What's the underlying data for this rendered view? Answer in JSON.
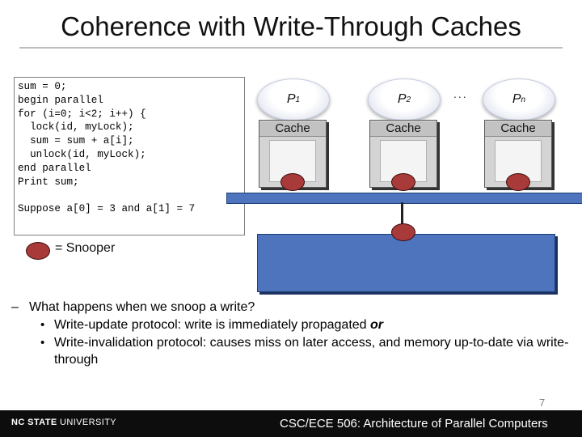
{
  "slide": {
    "title": "Coherence with Write-Through Caches",
    "page_number": "7"
  },
  "code": {
    "text": "sum = 0;\nbegin parallel\nfor (i=0; i<2; i++) {\n  lock(id, myLock);\n  sum = sum + a[i];\n  unlock(id, myLock);\nend parallel\nPrint sum;",
    "note": "Suppose a[0] = 3 and a[1] = 7"
  },
  "diagram": {
    "processors": [
      {
        "letter": "P",
        "sub": "1"
      },
      {
        "letter": "P",
        "sub": "2"
      },
      {
        "letter": "P",
        "sub": "n"
      }
    ],
    "ellipsis": "...",
    "cache_label": "Cache",
    "legend": "= Snooper",
    "colors": {
      "bus": "#4d74bd",
      "snooper": "#a83a3a",
      "cache": "#d4d4d4"
    }
  },
  "bullets": {
    "main_mark": "–",
    "main": "What happens when we snoop a write?",
    "sub_mark": "•",
    "items": [
      {
        "text": "Write-update protocol: write is immediately propagated ",
        "emphasis": "or"
      },
      {
        "text": "Write-invalidation protocol: causes miss on later access, and memory up-to-date via write-through"
      }
    ]
  },
  "footer": {
    "logo_bold": "NC STATE",
    "logo_rest": " UNIVERSITY",
    "course": "CSC/ECE 506: Architecture of Parallel Computers"
  }
}
